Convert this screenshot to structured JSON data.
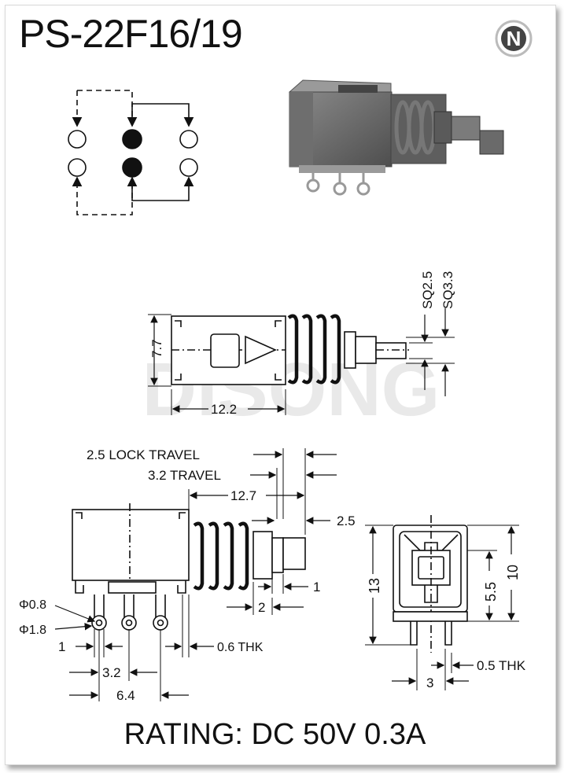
{
  "title": "PS-22F16/19",
  "logo_letter": "N",
  "watermark": "DISONG",
  "rating": "RATING: DC 50V 0.3A",
  "side_view": {
    "dim_height": "7.7",
    "dim_length": "12.2",
    "dim_sq_small": "SQ2.5",
    "dim_sq_large": "SQ3.3"
  },
  "front_view": {
    "lock_travel": "2.5 LOCK TRAVEL",
    "travel": "3.2 TRAVEL",
    "dim_12_7": "12.7",
    "dim_2_5": "2.5",
    "dim_1_a": "1",
    "dim_2": "2",
    "phi_0_8": "Φ0.8",
    "phi_1_8": "Φ1.8",
    "dim_1_b": "1",
    "dim_0_6": "0.6 THK",
    "dim_3_2": "3.2",
    "dim_6_4": "6.4"
  },
  "end_view": {
    "dim_13": "13",
    "dim_10": "10",
    "dim_5_5": "5.5",
    "dim_3": "3",
    "dim_0_5": "0.5 THK"
  }
}
